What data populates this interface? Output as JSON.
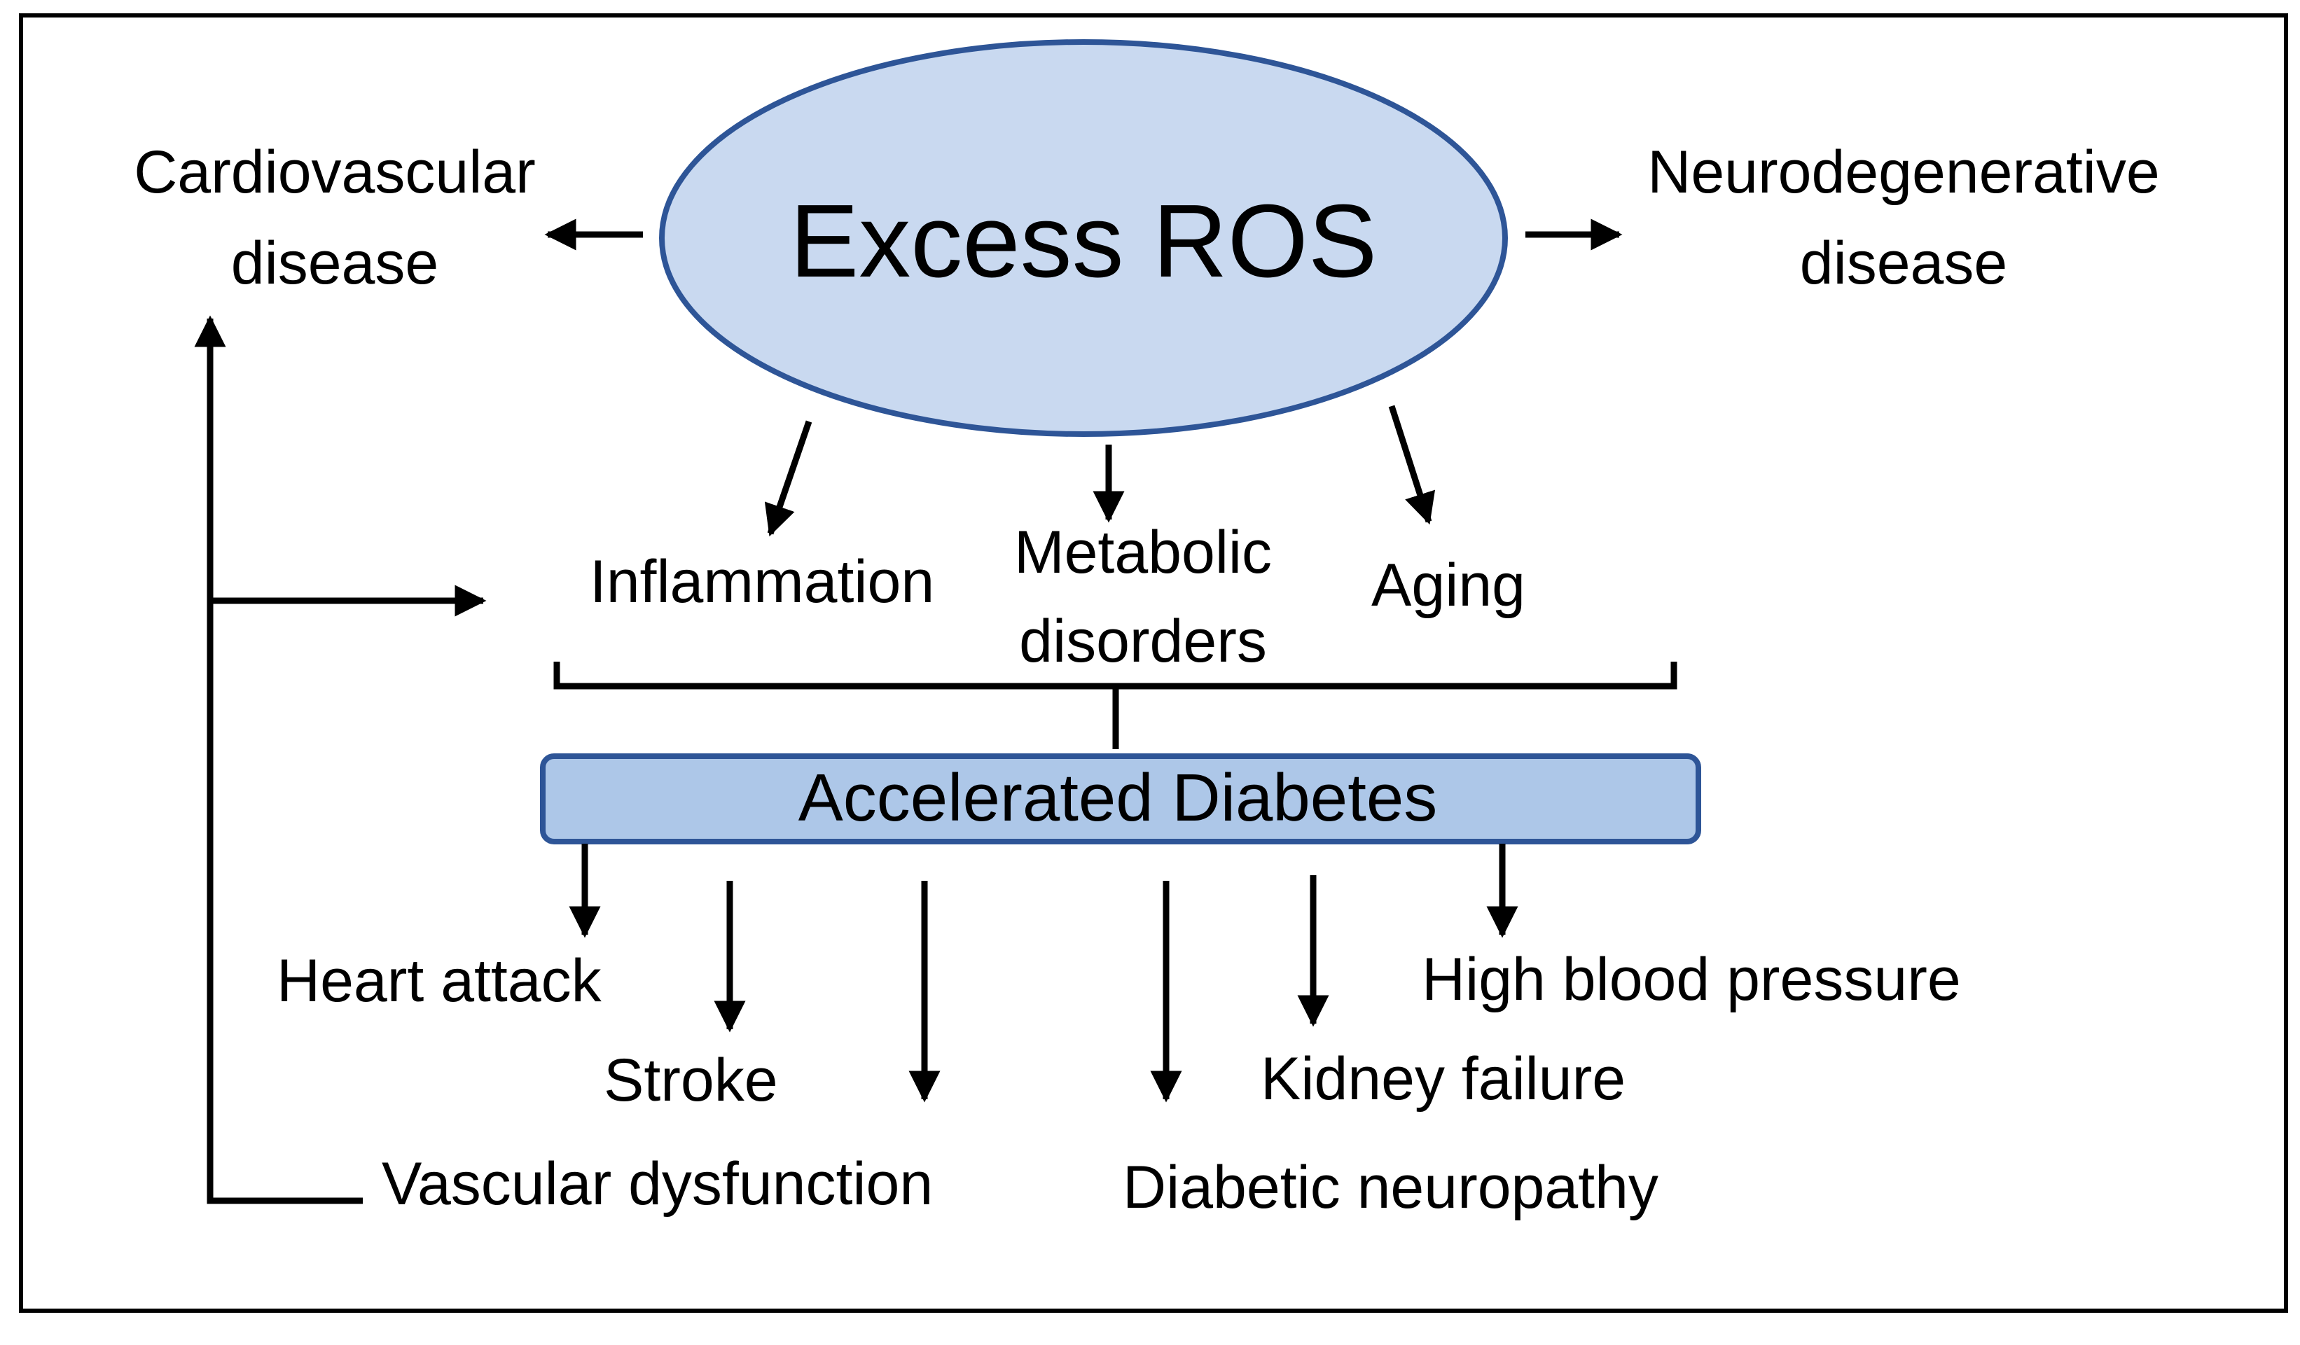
{
  "diagram": {
    "center": {
      "title": "Excess ROS"
    },
    "left_outcome": {
      "line1": "Cardiovascular",
      "line2": "disease"
    },
    "right_outcome": {
      "line1": "Neurodegenerative",
      "line2": "disease"
    },
    "middle": {
      "inflammation": "Inflammation",
      "metabolic_line1": "Metabolic",
      "metabolic_line2": "disorders",
      "aging": "Aging"
    },
    "bar": {
      "label": "Accelerated Diabetes"
    },
    "complications": {
      "heart_attack": "Heart attack",
      "stroke": "Stroke",
      "vascular_dysfunction": "Vascular dysfunction",
      "diabetic_neuropathy": "Diabetic neuropathy",
      "kidney_failure": "Kidney failure",
      "high_blood_pressure": "High blood pressure"
    },
    "colors": {
      "ellipse_fill": "#c9d9f0",
      "ellipse_stroke": "#2e5597",
      "bar_fill": "#adc7e8",
      "bar_stroke": "#2e5597",
      "line": "#000000"
    }
  }
}
